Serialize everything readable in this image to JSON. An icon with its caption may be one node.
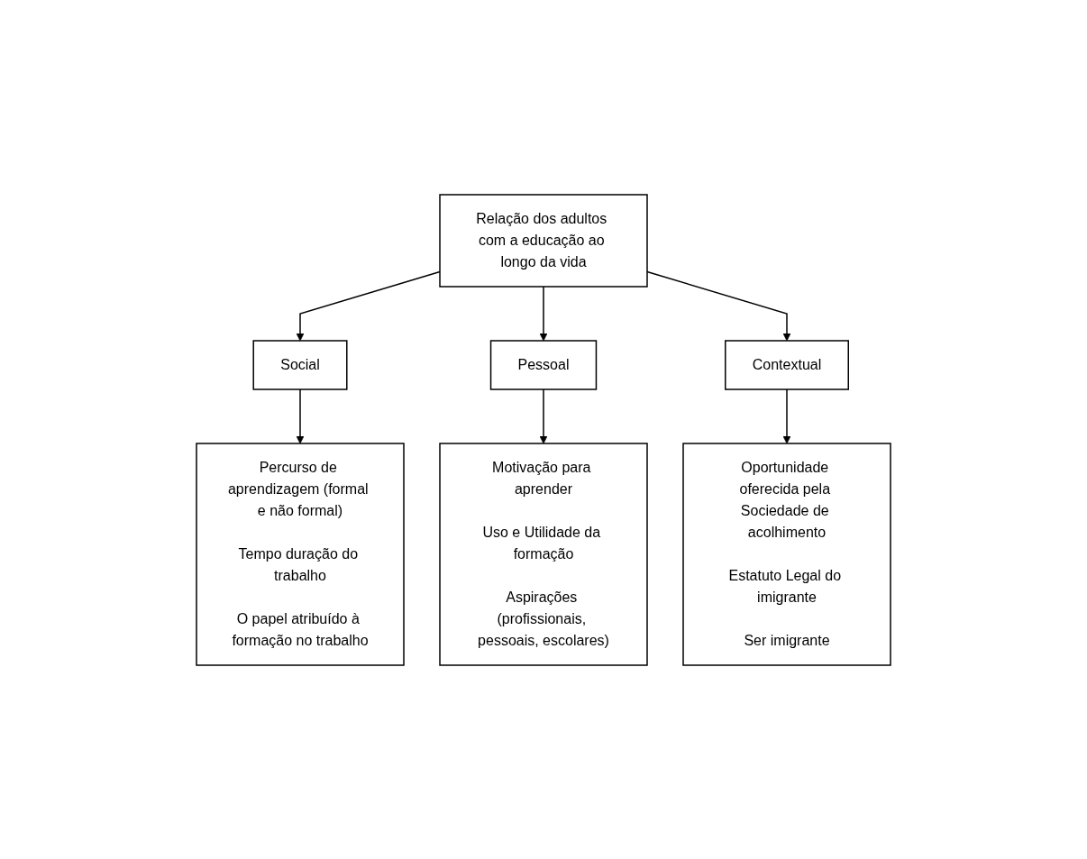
{
  "diagram": {
    "nodes": [
      {
        "text": [
          "Relação dos adultos com a educação ao longo da vida"
        ]
      },
      {
        "text": [
          "Social"
        ]
      },
      {
        "text": [
          "Pessoal"
        ]
      },
      {
        "text": [
          "Contextual"
        ]
      },
      {
        "text": [
          "Percurso de aprendizagem (formal e não formal)",
          "Tempo duração do trabalho",
          "O papel atribuído à formação no trabalho"
        ]
      },
      {
        "text": [
          "Motivação para aprender",
          "Uso e Utilidade da formação",
          "Aspirações (profissionais, pessoais, escolares)"
        ]
      },
      {
        "text": [
          "Oportunidade oferecida pela Sociedade de acolhimento",
          "Estatuto Legal do imigrante",
          "Ser imigrante"
        ]
      }
    ],
    "edges": [
      {
        "from": 0,
        "to": 1,
        "arrow": "to"
      },
      {
        "from": 0,
        "to": 2,
        "arrow": "to"
      },
      {
        "from": 0,
        "to": 3,
        "arrow": "to"
      },
      {
        "from": 1,
        "to": 4,
        "arrow": "to"
      },
      {
        "from": 2,
        "to": 5,
        "arrow": "to"
      },
      {
        "from": 3,
        "to": 6,
        "arrow": "to"
      }
    ]
  }
}
